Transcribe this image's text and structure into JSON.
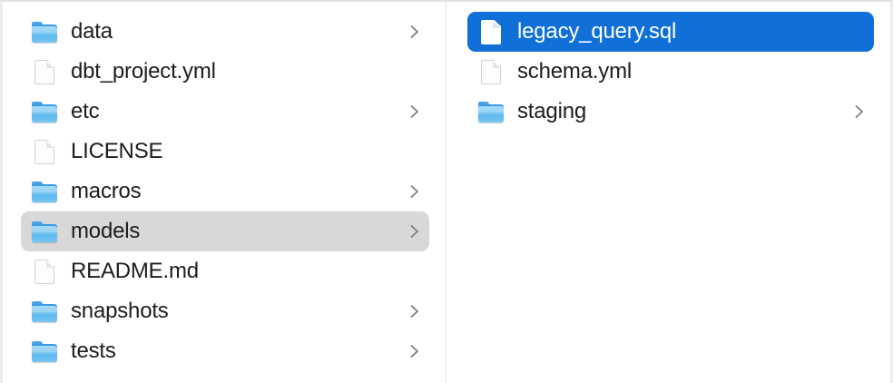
{
  "window": {
    "title": "Finder Column View",
    "accent_selected": "#1070d8",
    "accent_inactive": "#d8d8d8",
    "background": "#ffffff"
  },
  "columns": [
    {
      "name": "parent-directory-column",
      "items": [
        {
          "label": "data",
          "kind": "folder",
          "chevron": true,
          "selected": "none"
        },
        {
          "label": "dbt_project.yml",
          "kind": "document",
          "chevron": false,
          "selected": "none"
        },
        {
          "label": "etc",
          "kind": "folder",
          "chevron": true,
          "selected": "none"
        },
        {
          "label": "LICENSE",
          "kind": "document",
          "chevron": false,
          "selected": "none"
        },
        {
          "label": "macros",
          "kind": "folder",
          "chevron": true,
          "selected": "none"
        },
        {
          "label": "models",
          "kind": "folder",
          "chevron": true,
          "selected": "inactive"
        },
        {
          "label": "README.md",
          "kind": "document",
          "chevron": false,
          "selected": "none"
        },
        {
          "label": "snapshots",
          "kind": "folder",
          "chevron": true,
          "selected": "none"
        },
        {
          "label": "tests",
          "kind": "folder",
          "chevron": true,
          "selected": "none"
        }
      ]
    },
    {
      "name": "models-directory-column",
      "items": [
        {
          "label": "legacy_query.sql",
          "kind": "document",
          "chevron": false,
          "selected": "active"
        },
        {
          "label": "schema.yml",
          "kind": "document",
          "chevron": false,
          "selected": "none"
        },
        {
          "label": "staging",
          "kind": "folder",
          "chevron": true,
          "selected": "none"
        }
      ]
    }
  ],
  "icons": {
    "folder": "folder-icon",
    "document": "document-icon",
    "chevron": "chevron-right-icon"
  }
}
